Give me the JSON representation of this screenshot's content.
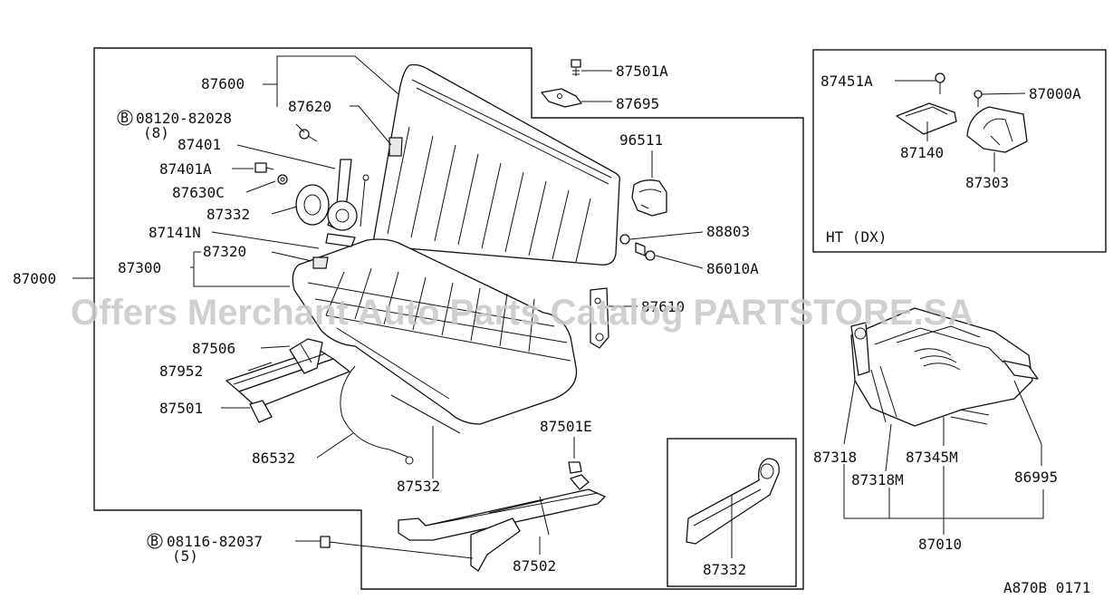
{
  "labels": {
    "p87600": "87600",
    "p87620": "87620",
    "p08120": "08120-82028",
    "q08120": "(8)",
    "p87401": "87401",
    "p87401a": "87401A",
    "p87630c": "87630C",
    "p87332a": "87332",
    "p87141n": "87141N",
    "p87320": "87320",
    "p87300": "87300",
    "p87000": "87000",
    "p87506": "87506",
    "p87952": "87952",
    "p87501": "87501",
    "p86532": "86532",
    "p87532": "87532",
    "p87501a": "87501A",
    "p87695": "87695",
    "p96511": "96511",
    "p88803": "88803",
    "p86010a": "86010A",
    "p87610": "87610",
    "p87501e": "87501E",
    "p87502": "87502",
    "p08116": "08116-82037",
    "q08116": "(5)",
    "p87332b": "87332",
    "p87451a": "87451A",
    "p87000a": "87000A",
    "p87140": "87140",
    "p87303": "87303",
    "ht_dx": "HT (DX)",
    "p87318": "87318",
    "p87318m": "87318M",
    "p87345m": "87345M",
    "p86995": "86995",
    "p87010": "87010",
    "diagram_code": "A870B 0171",
    "bolt_symbol": "B"
  },
  "watermark": "Offers Merchant Auto Parts Catalog PARTSTORE.SA"
}
